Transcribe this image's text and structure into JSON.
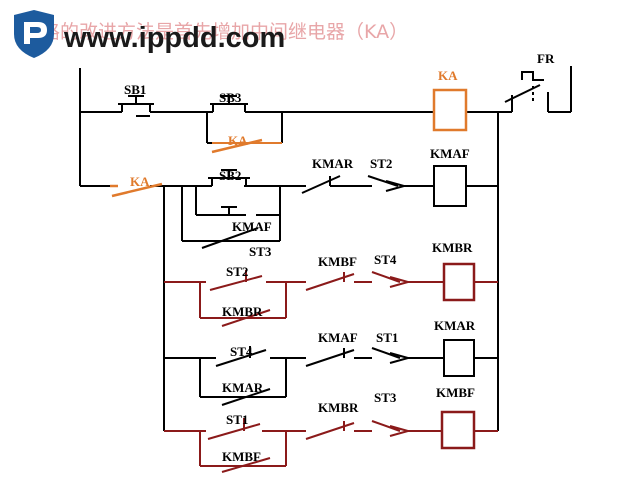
{
  "header": {
    "title_fragment": "电路的改进方法是首先增加中间继电器（KA）",
    "watermark": "www.ippdd.com"
  },
  "colors": {
    "wire": "#000000",
    "highlight_orange": "#e07a2c",
    "highlight_red": "#8b1a1a",
    "title_pink": "#e8a6a8",
    "logo_blue": "#1d5b9e"
  },
  "labels": {
    "fr": "FR",
    "ka_coil": "KA",
    "sb1": "SB1",
    "sb3": "SB3",
    "ka_seal": "KA",
    "ka_contact": "KA",
    "sb2": "SB2",
    "kmar_nc": "KMAR",
    "st2_r1": "ST2",
    "kmaf_coil": "KMAF",
    "kmaf_seal": "KMAF",
    "st3_r1": "ST3",
    "st2_r2": "ST2",
    "kmbf_nc": "KMBF",
    "st4_r2": "ST4",
    "kmbr_coil": "KMBR",
    "kmbr_seal": "KMBR",
    "st4_r3": "ST4",
    "kmaf_nc": "KMAF",
    "st1_r3": "ST1",
    "kmar_coil": "KMAR",
    "kmar_seal": "KMAR",
    "st1_r4": "ST1",
    "kmbr_nc": "KMBR",
    "st3_r4": "ST3",
    "kmbf_coil": "KMBF",
    "kmbf_seal": "KMBF"
  }
}
